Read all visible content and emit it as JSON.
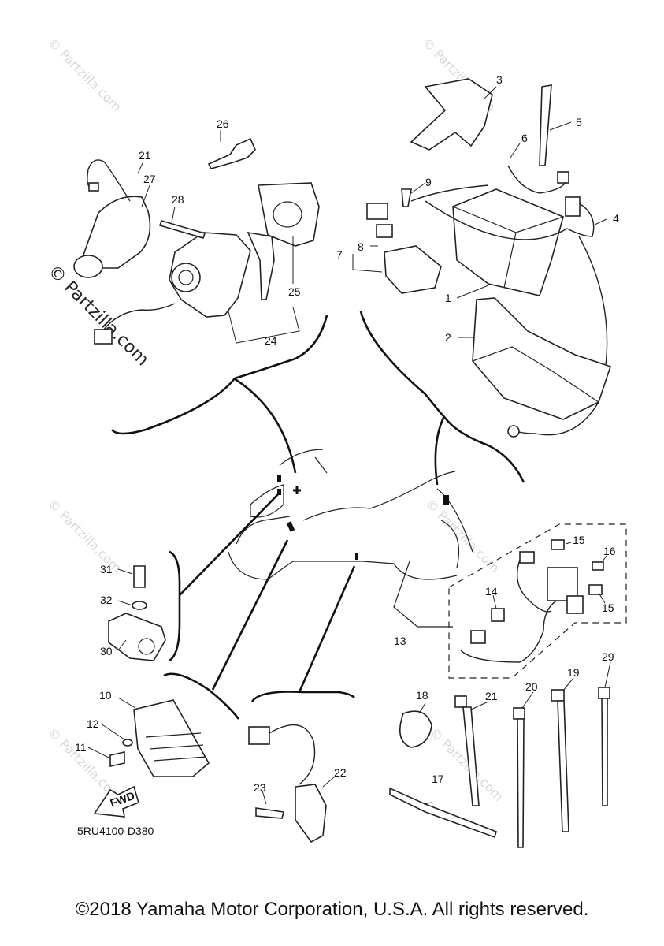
{
  "diagram": {
    "code": "5RU4100-D380",
    "fwd_label": "FWD",
    "watermark": "© Partzilla.com",
    "callouts": {
      "p1": "1",
      "p2": "2",
      "p3": "3",
      "p4": "4",
      "p5": "5",
      "p6": "6",
      "p7": "7",
      "p8": "8",
      "p9": "9",
      "p10": "10",
      "p11": "11",
      "p12": "12",
      "p13": "13",
      "p14": "14",
      "p15a": "15",
      "p15b": "15",
      "p16": "16",
      "p17": "17",
      "p18": "18",
      "p19": "19",
      "p20": "20",
      "p21a": "21",
      "p21b": "21",
      "p22": "22",
      "p23": "23",
      "p24": "24",
      "p25": "25",
      "p26": "26",
      "p27": "27",
      "p28": "28",
      "p29": "29",
      "p30": "30",
      "p31": "31",
      "p32": "32"
    }
  },
  "footer": {
    "copyright": "©2018 Yamaha Motor Corporation, U.S.A. All rights reserved."
  }
}
